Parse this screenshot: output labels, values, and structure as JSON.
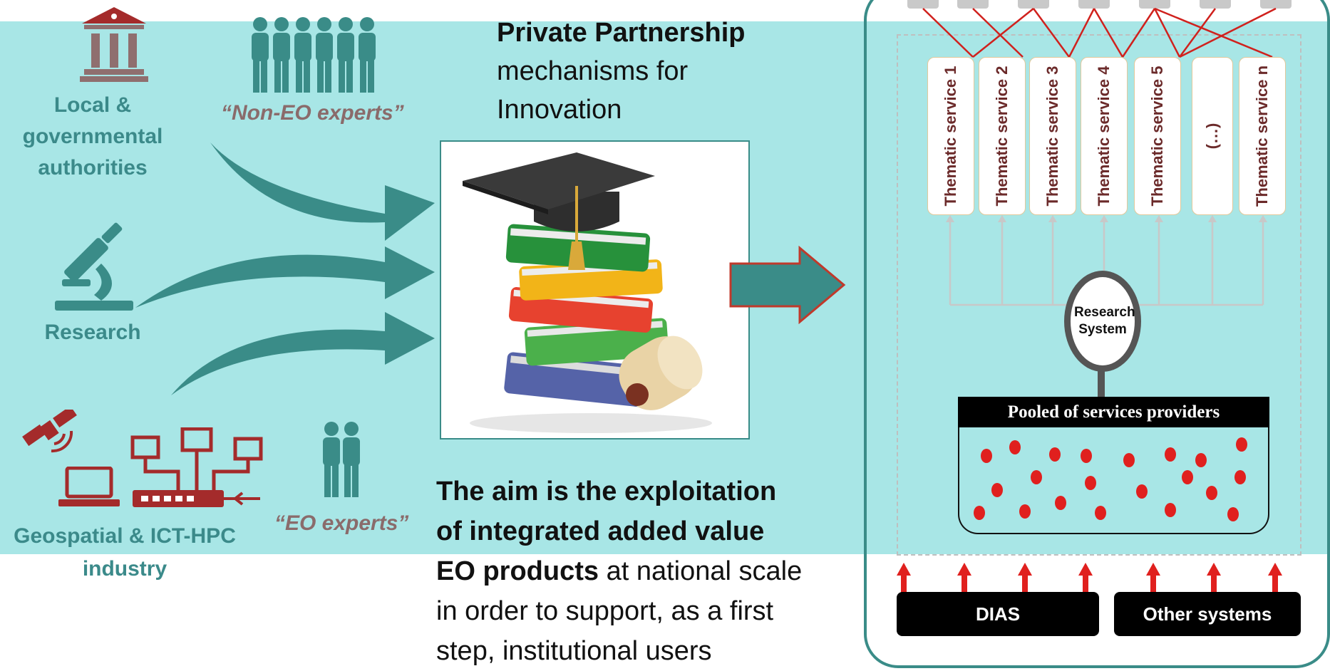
{
  "left": {
    "local_authorities_label": "Local & governmental authorities",
    "research_label": "Research",
    "industry_label": "Geospatial & ICT-HPC industry",
    "non_eo_experts": "“Non-EO experts”",
    "eo_experts": "“EO experts”"
  },
  "center": {
    "partnership_bold": "Private Partnership",
    "partnership_line2": "mechanisms for",
    "partnership_line3": "Innovation",
    "aim_bold_1": "The aim is the exploitation",
    "aim_bold_2": "of integrated added value",
    "aim_bold_3": "EO products",
    "aim_rest_3": " at national scale",
    "aim_line_4": "in order to support, as a first",
    "aim_line_5": "step, institutional users"
  },
  "system": {
    "services": [
      "Thematic service 1",
      "Thematic service 2",
      "Thematic service 3",
      "Thematic service 4",
      "Thematic service 5",
      "(…)",
      "Thematic service n"
    ],
    "research_system": "Research System",
    "pool_title": "Pooled of services providers",
    "dias": "DIAS",
    "other_systems": "Other systems"
  },
  "colors": {
    "band": "#a8e6e6",
    "teal_dark": "#3a8c88",
    "brand_red": "#a42b2b",
    "accent_red": "#e0201e"
  }
}
